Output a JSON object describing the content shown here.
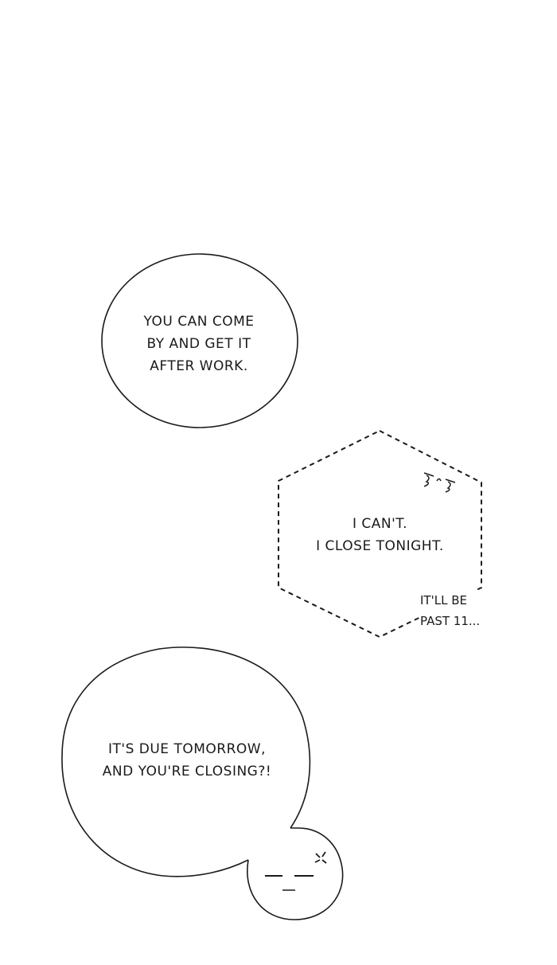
{
  "bubbles": [
    {
      "text": "YOU CAN COME\nBY AND GET IT\nAFTER WORK."
    },
    {
      "text": "I CAN'T.\nI CLOSE TONIGHT.",
      "aside": "IT'LL BE\nPAST 11..."
    },
    {
      "text": "IT'S DUE TOMORROW,\nAND YOU'RE CLOSING?!"
    }
  ],
  "colors": {
    "background": "#ffffff",
    "ink": "#1a1a1a"
  }
}
